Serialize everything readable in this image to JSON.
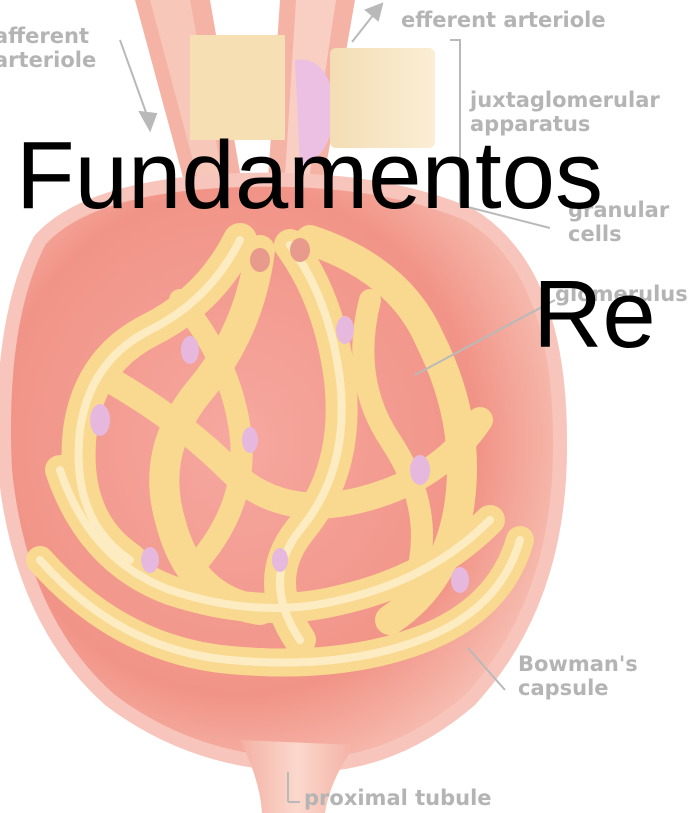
{
  "slide": {
    "title_line1": "Fundamentos",
    "title_line2": "Re"
  },
  "diagram": {
    "labels": {
      "afferent": "afferent\narteriole",
      "efferent": "efferent arteriole",
      "juxtaglomerular": "juxtaglomerular\napparatus",
      "granular": "granular\ncells",
      "glomerulus": "glomerulus",
      "bowman": "Bowman's\ncapsule",
      "proximal": "proximal tubule"
    }
  },
  "colors": {
    "capsule": "#f08a7a",
    "capillary": "#f7d58a",
    "label": "#b4b4b4",
    "title": "#000000"
  }
}
